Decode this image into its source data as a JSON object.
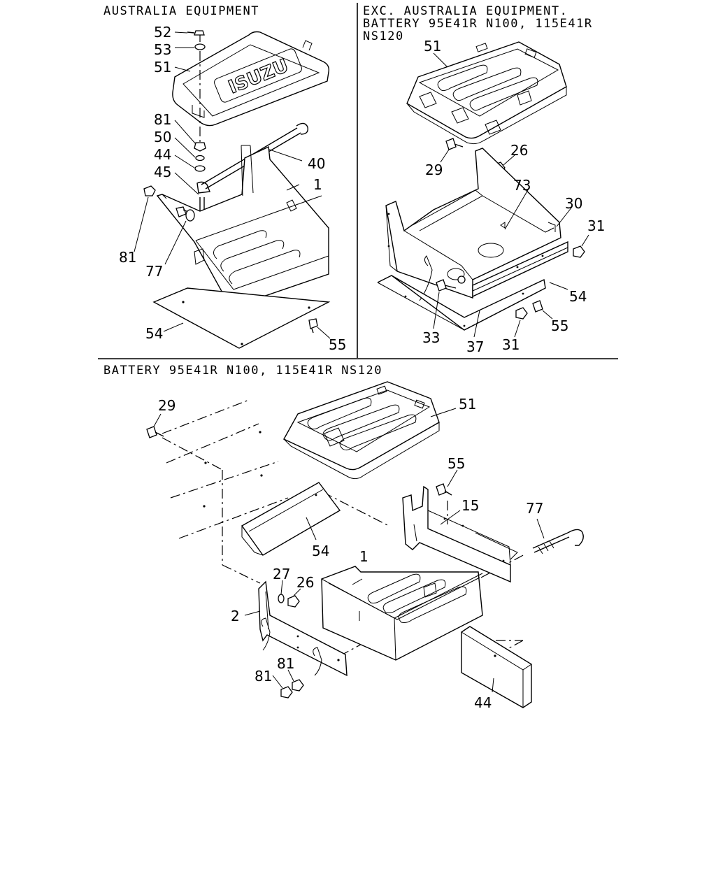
{
  "panels": {
    "top_left": {
      "title": "AUSTRALIA EQUIPMENT",
      "emblem_text": "ISUZU",
      "callouts": [
        "52",
        "53",
        "51",
        "81",
        "50",
        "44",
        "45",
        "40",
        "1",
        "81",
        "77",
        "54",
        "55"
      ]
    },
    "top_right": {
      "title_lines": [
        "EXC. AUSTRALIA EQUIPMENT.",
        "BATTERY 95E41R N100, 115E41R",
        "NS120"
      ],
      "callouts": [
        "51",
        "29",
        "26",
        "73",
        "30",
        "31",
        "54",
        "55",
        "31",
        "37",
        "33"
      ]
    },
    "bottom": {
      "title": "BATTERY 95E41R N100, 115E41R NS120",
      "callouts": [
        "29",
        "51",
        "55",
        "15",
        "77",
        "54",
        "1",
        "27",
        "26",
        "2",
        "81",
        "81",
        "44"
      ]
    }
  }
}
